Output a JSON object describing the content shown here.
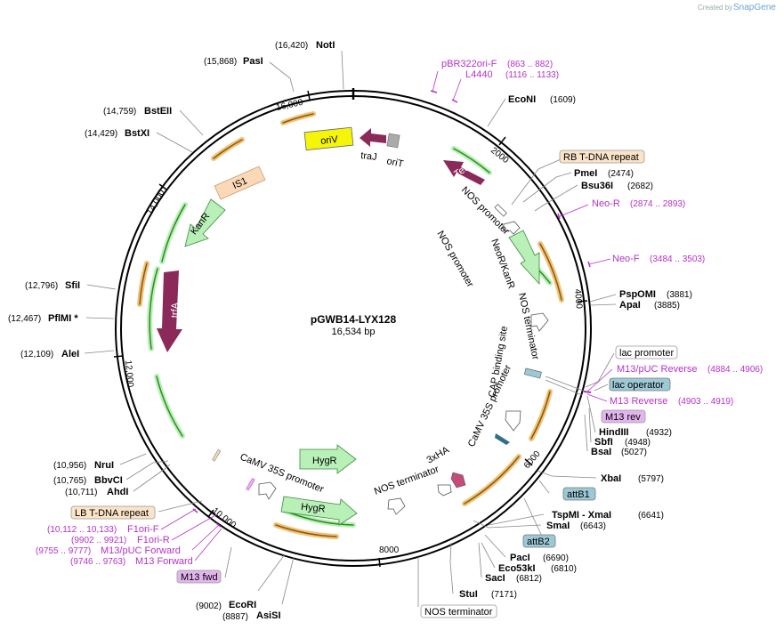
{
  "credit": {
    "prefix": "Created by",
    "brand": "SnapGene"
  },
  "plasmid": {
    "name": "pGWB14-LYX128",
    "length": "16,534 bp"
  },
  "ticks": [
    "2000",
    "4000",
    "6000",
    "8000",
    "10,000",
    "12,000",
    "14,000",
    "16,000"
  ],
  "sites": [
    {
      "name": "NotI",
      "pos": "(16,420)"
    },
    {
      "name": "PasI",
      "pos": "(15,868)"
    },
    {
      "name": "BstEII",
      "pos": "(14,759)"
    },
    {
      "name": "BstXI",
      "pos": "(14,429)"
    },
    {
      "name": "SfiI",
      "pos": "(12,796)"
    },
    {
      "name": "PflMI *",
      "pos": "(12,467)"
    },
    {
      "name": "AleI",
      "pos": "(12,109)"
    },
    {
      "name": "NruI",
      "pos": "(10,956)"
    },
    {
      "name": "BbvCI",
      "pos": "(10,765)"
    },
    {
      "name": "AhdI",
      "pos": "(10,711)"
    },
    {
      "name": "EcoRI",
      "pos": "(9002)"
    },
    {
      "name": "AsiSI",
      "pos": "(8887)"
    },
    {
      "name": "StuI",
      "pos": "(7171)"
    },
    {
      "name": "SacI",
      "pos": "(6812)"
    },
    {
      "name": "Eco53kI",
      "pos": "(6810)"
    },
    {
      "name": "PacI",
      "pos": "(6690)"
    },
    {
      "name": "SmaI",
      "pos": "(6643)"
    },
    {
      "name": "TspMI - XmaI",
      "pos": "(6641)"
    },
    {
      "name": "XbaI",
      "pos": "(5797)"
    },
    {
      "name": "BsaI",
      "pos": "(5027)"
    },
    {
      "name": "SbfI",
      "pos": "(4948)"
    },
    {
      "name": "HindIII",
      "pos": "(4932)"
    },
    {
      "name": "ApaI",
      "pos": "(3885)"
    },
    {
      "name": "PspOMI",
      "pos": "(3881)"
    },
    {
      "name": "Bsu36I",
      "pos": "(2682)"
    },
    {
      "name": "PmeI",
      "pos": "(2474)"
    },
    {
      "name": "EcoNI",
      "pos": "(1609)"
    }
  ],
  "primers": [
    {
      "name": "pBR322ori-F",
      "pos": "(863 .. 882)"
    },
    {
      "name": "L4440",
      "pos": "(1116 .. 1133)"
    },
    {
      "name": "Neo-R",
      "pos": "(2874 .. 2893)"
    },
    {
      "name": "Neo-F",
      "pos": "(3484 .. 3503)"
    },
    {
      "name": "M13/pUC Reverse",
      "pos": "(4884 .. 4906)"
    },
    {
      "name": "M13 Reverse",
      "pos": "(4903 .. 4919)"
    },
    {
      "name": "F1ori-F",
      "pos": "(10,112 .. 10,133)"
    },
    {
      "name": "F1ori-R",
      "pos": "(9902 .. 9921)"
    },
    {
      "name": "M13/pUC Forward",
      "pos": "(9755 .. 9777)"
    },
    {
      "name": "M13 Forward",
      "pos": "(9746 .. 9763)"
    }
  ],
  "boxes": {
    "rb": "RB T-DNA repeat",
    "lac_promoter": "lac promoter",
    "lac_operator": "lac operator",
    "m13rev": "M13 rev",
    "attB1": "attB1",
    "attB2": "attB2",
    "nos_term_box": "NOS terminator",
    "lb": "LB T-DNA repeat",
    "m13fwd": "M13 fwd"
  },
  "features": {
    "oriV": "oriV",
    "traJ": "traJ",
    "oriT": "oriT",
    "TetR": "TetR",
    "IS1": "IS1",
    "KanR": "KanR",
    "trfA": "trfA",
    "HygR1": "HygR",
    "HygR2": "HygR",
    "nos_prom1": "NOS promoter",
    "nos_prom2": "NOS promoter",
    "neor": "NeoR/KanR",
    "nos_term1": "NOS terminator",
    "cap": "CAP binding site",
    "camv1": "CaMV 35S promoter",
    "camv2": "CaMV 35S promoter",
    "ha": "3xHA",
    "nos_term2": "NOS terminator"
  },
  "colors": {
    "backbone": "#000000",
    "orf_green": "#5aa02c",
    "orf_orange": "#e8a33c",
    "trfA": "#8b2a5a",
    "oriV": "#f5f50a",
    "IS1": "#fbd9b8",
    "KanR": "#b8f0b8",
    "primer": "#b531c9",
    "attB": "#9cc9d6",
    "m13": "#e3b5ef"
  }
}
